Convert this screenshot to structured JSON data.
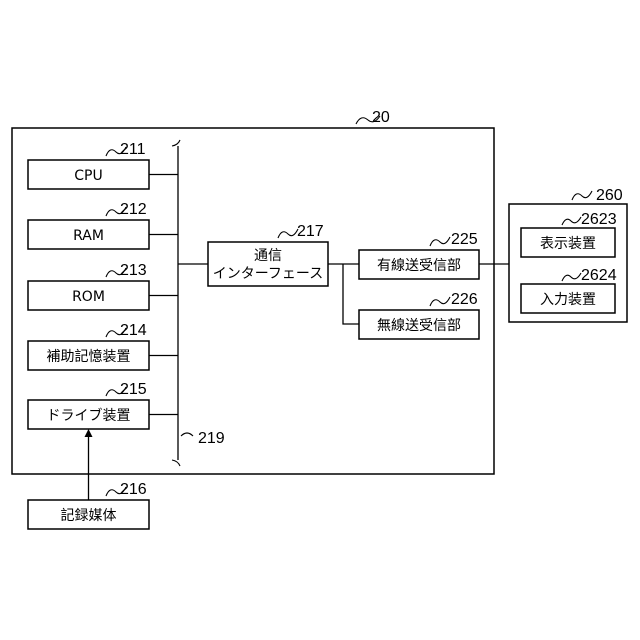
{
  "labels": {
    "cpu": "CPU",
    "ram": "RAM",
    "rom": "ROM",
    "aux_storage": "補助記憶装置",
    "drive": "ドライブ装置",
    "media": "記録媒体",
    "comm_if_line1": "通信",
    "comm_if_line2": "インターフェース",
    "wired": "有線送受信部",
    "wireless": "無線送受信部",
    "display": "表示装置",
    "input": "入力装置"
  },
  "refs": {
    "device": "20",
    "cpu": "211",
    "ram": "212",
    "rom": "213",
    "aux_storage": "214",
    "drive": "215",
    "media": "216",
    "comm_if": "217",
    "bus": "219",
    "wired": "225",
    "wireless": "226",
    "terminal": "260",
    "display": "2623",
    "input": "2624"
  }
}
